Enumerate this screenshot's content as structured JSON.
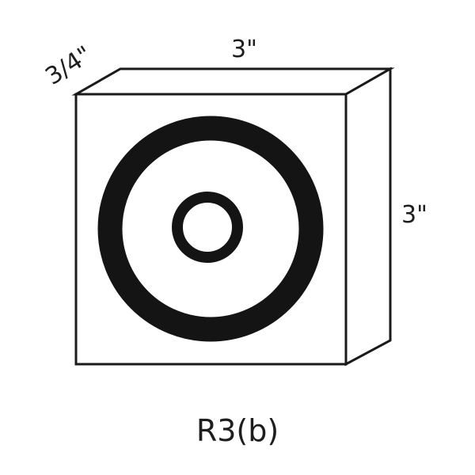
{
  "dimensions": {
    "depth": "3/4\"",
    "width": "3\"",
    "height": "3\""
  },
  "caption": "R3(b)",
  "colors": {
    "line": "#1a1a1a",
    "ring": "#141414",
    "background": "#ffffff"
  }
}
